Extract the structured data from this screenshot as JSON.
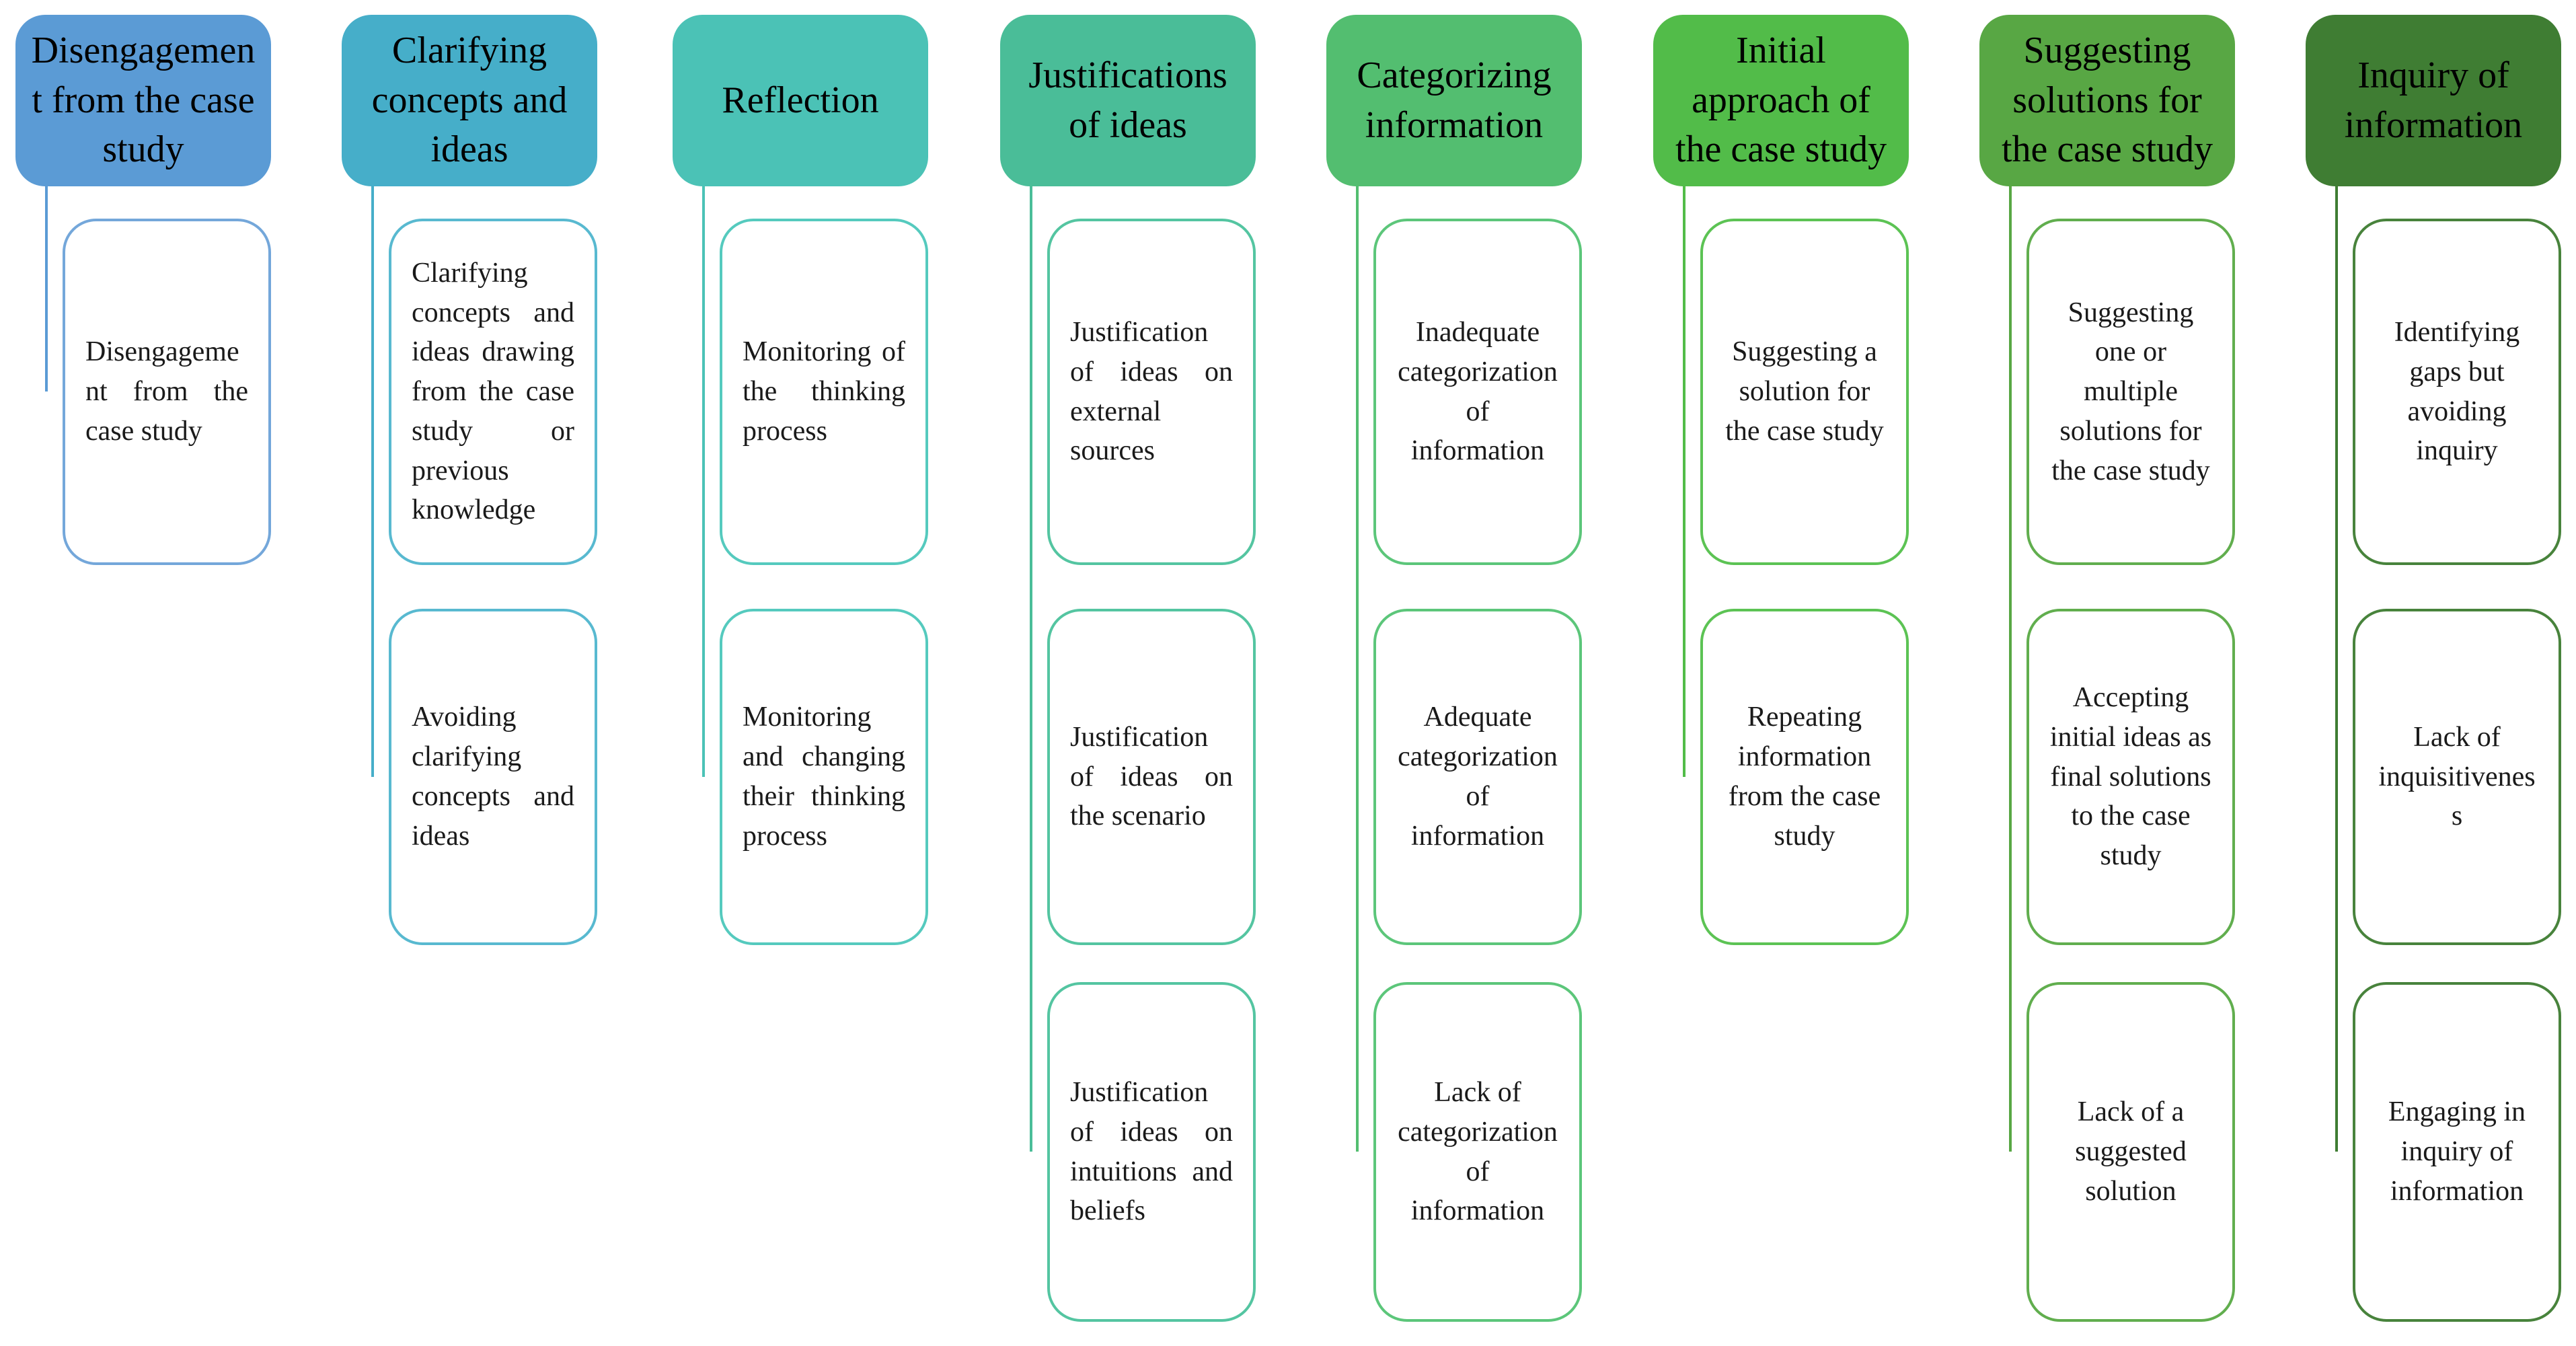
{
  "diagram": {
    "type": "hierarchy-diagram",
    "description": "Eight color-coded category columns, each with a filled header box connected by elbow lines to white sub-category boxes",
    "columns": [
      {
        "id": "disengagement",
        "header": "Disengagement from the case study",
        "color": "#5B9BD5",
        "children": [
          "Disengagement from the case study"
        ]
      },
      {
        "id": "clarifying",
        "header": "Clarifying concepts and ideas",
        "color": "#46AEC9",
        "children": [
          "Clarifying concepts and ideas drawing from the case study or previous knowledge",
          "Avoiding clarifying concepts and ideas"
        ]
      },
      {
        "id": "reflection",
        "header": "Reflection",
        "color": "#4BC2B6",
        "children": [
          "Monitoring of the thinking process",
          "Monitoring and changing their thinking process"
        ]
      },
      {
        "id": "justifications",
        "header": "Justifications of ideas",
        "color": "#4ABD98",
        "children": [
          "Justification of ideas on external sources",
          "Justification of ideas on the scenario",
          "Justification of ideas on intuitions and beliefs"
        ]
      },
      {
        "id": "categorizing",
        "header": "Categorizing information",
        "color": "#53BE70",
        "children": [
          "Inadequate categorization of information",
          "Adequate categorization of information",
          "Lack of categorization of information"
        ]
      },
      {
        "id": "initial-approach",
        "header": "Initial approach of the case study",
        "color": "#52BC49",
        "children": [
          "Suggesting a solution for the case study",
          "Repeating information from the case study"
        ]
      },
      {
        "id": "suggesting-solutions",
        "header": "Suggesting solutions for the case study",
        "color": "#58A744",
        "children": [
          "Suggesting one or multiple solutions for the case study",
          "Accepting initial ideas as final solutions to the case study",
          "Lack of a suggested solution"
        ]
      },
      {
        "id": "inquiry",
        "header": "Inquiry of information",
        "color": "#3F7D33",
        "children": [
          "Identifying gaps but avoiding inquiry",
          "Lack of inquisitiveness",
          "Engaging in inquiry of information"
        ]
      }
    ]
  }
}
